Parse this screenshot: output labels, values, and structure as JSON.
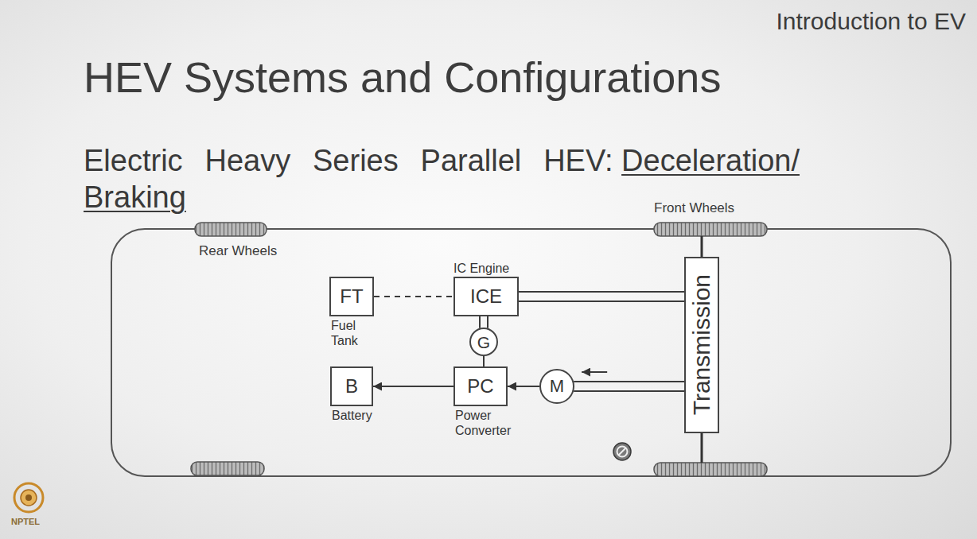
{
  "diagram": {
    "title": "HEV Systems and Configurations",
    "nodes": [
      {
        "text": [
          "FT",
          "Fuel Tank"
        ]
      },
      {
        "text": [
          "IC Engine",
          "ICE"
        ]
      },
      {
        "text": [
          "G"
        ]
      },
      {
        "text": [
          "B",
          "Battery"
        ]
      },
      {
        "text": [
          "PC",
          "Power Converter"
        ]
      },
      {
        "text": [
          "M"
        ]
      },
      {
        "text": [
          "Transmission"
        ]
      }
    ],
    "edges": [
      {
        "from": 0,
        "to": 1,
        "arrow": "none"
      },
      {
        "from": 1,
        "to": 6,
        "arrow": "none"
      },
      {
        "from": 1,
        "to": 2,
        "arrow": "none"
      },
      {
        "from": 2,
        "to": 4,
        "arrow": "none"
      },
      {
        "from": 4,
        "to": 3,
        "arrow": "to"
      },
      {
        "from": 5,
        "to": 4,
        "arrow": "to"
      },
      {
        "from": 6,
        "to": 5,
        "arrow": "to"
      }
    ],
    "labels": [
      "Introduction to EV",
      "Electric Heavy Series Parallel HEV:",
      "Deceleration/ Braking",
      "Front Wheels",
      "Rear Wheels",
      "NPTEL"
    ]
  }
}
